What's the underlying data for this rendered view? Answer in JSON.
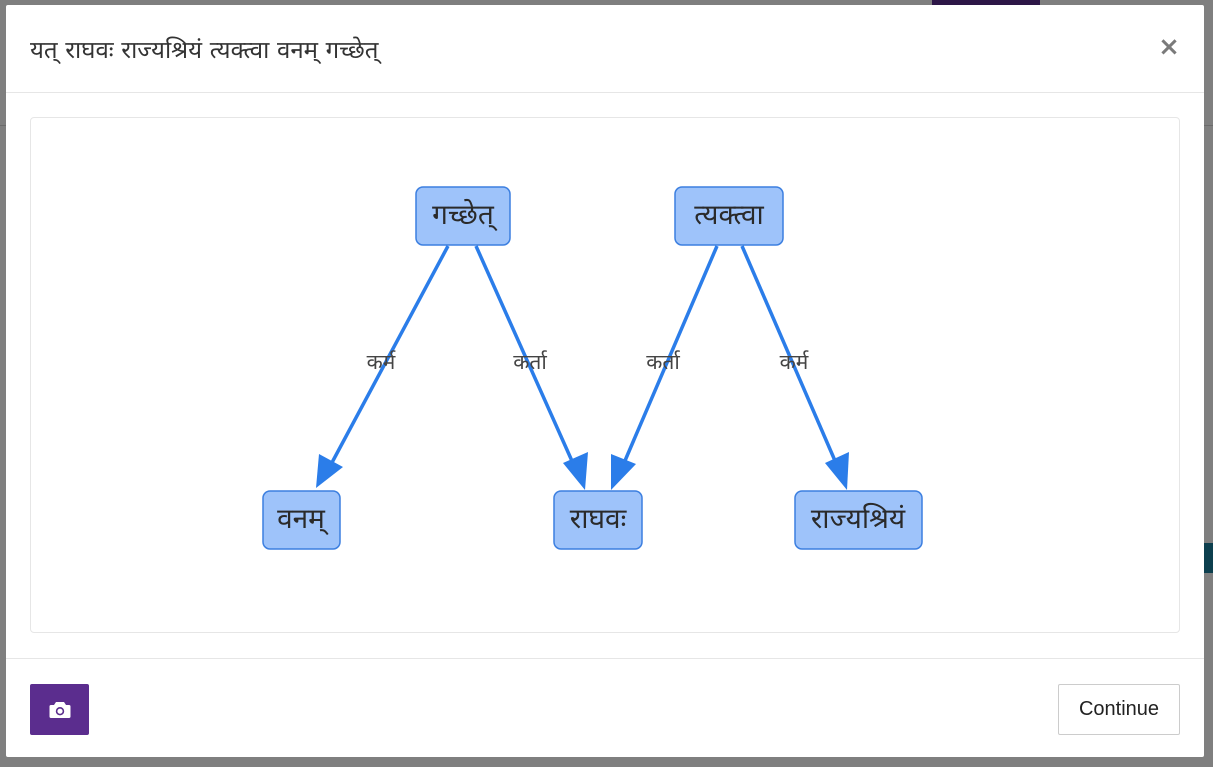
{
  "modal": {
    "title": "यत् राघवः राज्यश्रियं त्यक्त्वा वनम् गच्छेत्",
    "close_label": "×",
    "continue_label": "Continue",
    "camera_icon": "camera-icon"
  },
  "graph": {
    "nodes": [
      {
        "id": "n1",
        "label": "गच्छेत्"
      },
      {
        "id": "n2",
        "label": "त्यक्त्वा"
      },
      {
        "id": "n3",
        "label": "वनम्"
      },
      {
        "id": "n4",
        "label": "राघवः"
      },
      {
        "id": "n5",
        "label": "राज्यश्रियं"
      }
    ],
    "edges": [
      {
        "from": "n1",
        "to": "n3",
        "label": "कर्म"
      },
      {
        "from": "n1",
        "to": "n4",
        "label": "कर्ता"
      },
      {
        "from": "n2",
        "to": "n4",
        "label": "कर्ता"
      },
      {
        "from": "n2",
        "to": "n5",
        "label": "कर्म"
      }
    ]
  },
  "colors": {
    "accent": "#5b2d8e",
    "node_fill": "#9ec3fa",
    "node_stroke": "#3c7fe0",
    "edge": "#2b7de9"
  }
}
